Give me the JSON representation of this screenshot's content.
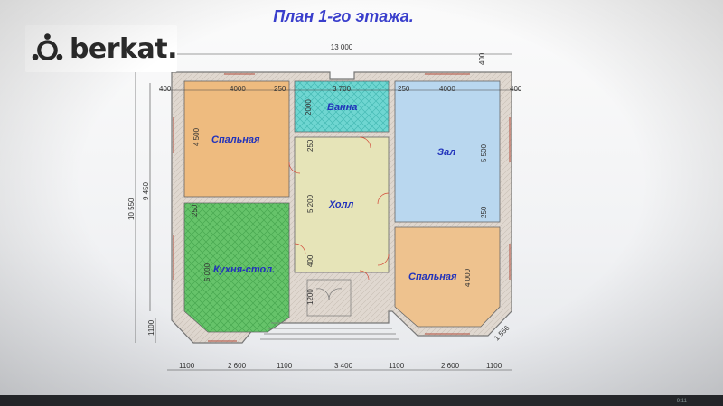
{
  "title": "План 1-го этажа.",
  "logo": {
    "text": "berkat."
  },
  "rooms": {
    "bedroom_left": "Спальная",
    "bathroom": "Ванна",
    "hall_room": "Зал",
    "corridor": "Холл",
    "kitchen": "Кухня-стол.",
    "bedroom_right": "Спальная"
  },
  "dims": {
    "total_width": "13 000",
    "top_400_left": "400",
    "top_4000_left": "4000",
    "top_250_a": "250",
    "top_3700": "3 700",
    "top_250_b": "250",
    "top_4000_right": "4000",
    "top_400_right": "400",
    "top_400_vert": "400",
    "bedroom_h": "4 500",
    "bath_h": "2000",
    "corridor_250": "250",
    "corridor_5200": "5 200",
    "corridor_400": "400",
    "corridor_1200": "1200",
    "zal_h": "5 500",
    "zal_250": "250",
    "kitchen_250": "250",
    "kitchen_h": "5 000",
    "bedroom_right_h": "4 000",
    "left_10550": "10 550",
    "left_9450": "9 450",
    "left_1100": "1100",
    "diag_1556": "1 556",
    "bottom": [
      "1100",
      "2 600",
      "1100",
      "3 400",
      "1100",
      "2 600",
      "1100"
    ]
  },
  "tray": {
    "time": "9:11"
  },
  "colors": {
    "bedroom": "#eebb7f",
    "bath": "#6fd6d1",
    "zal": "#b9d7ef",
    "hall": "#e6e4b8",
    "kitchen": "#66c36a",
    "bedroom_right": "#eec28e",
    "wall": "#d9d2cc"
  }
}
